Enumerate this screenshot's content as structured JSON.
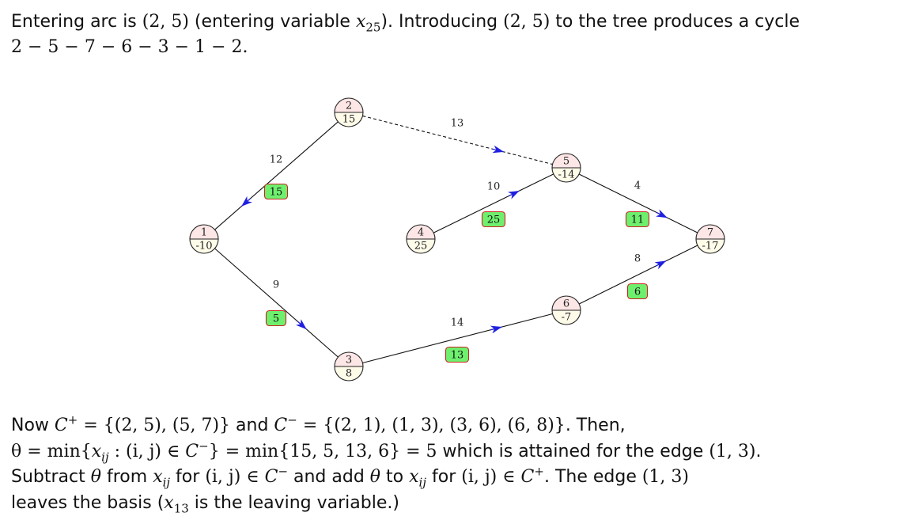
{
  "header": {
    "line1_a": "Entering arc is ",
    "line1_arc": "(2, 5)",
    "line1_b": " (entering variable ",
    "line1_var": "x",
    "line1_var_sub": "25",
    "line1_c": "). Introducing ",
    "line1_arc2": "(2, 5)",
    "line1_d": " to the tree produces a cycle",
    "line2": "2 − 5 − 7 − 6 − 3 − 1 − 2."
  },
  "diagram": {
    "nodes": [
      {
        "id": "1",
        "supply": "-10"
      },
      {
        "id": "2",
        "supply": "15"
      },
      {
        "id": "3",
        "supply": "8"
      },
      {
        "id": "4",
        "supply": "25"
      },
      {
        "id": "5",
        "supply": "-14"
      },
      {
        "id": "6",
        "supply": "-7"
      },
      {
        "id": "7",
        "supply": "-17"
      }
    ],
    "edges": [
      {
        "from": "2",
        "to": "1",
        "cost": "12",
        "flow": "15",
        "dashed": false
      },
      {
        "from": "2",
        "to": "5",
        "cost": "13",
        "flow": "",
        "dashed": true
      },
      {
        "from": "1",
        "to": "3",
        "cost": "9",
        "flow": "5",
        "dashed": false
      },
      {
        "from": "4",
        "to": "5",
        "cost": "10",
        "flow": "25",
        "dashed": false
      },
      {
        "from": "5",
        "to": "7",
        "cost": "4",
        "flow": "11",
        "dashed": false
      },
      {
        "from": "3",
        "to": "6",
        "cost": "14",
        "flow": "13",
        "dashed": false
      },
      {
        "from": "6",
        "to": "7",
        "cost": "8",
        "flow": "6",
        "dashed": false
      }
    ],
    "colors": {
      "arrow": "#1f1fe0",
      "flow_fill": "#6ef06e",
      "flow_border": "#cc2222",
      "node_top": "#fde6e6",
      "node_bottom": "#fffbe9"
    }
  },
  "footer": {
    "p1_a": "Now ",
    "p1_cplus": "C",
    "p1_cplus_sup": "+",
    "p1_b": " = {(2, 5), (5, 7)}",
    "p1_c": " and ",
    "p1_cminus": "C",
    "p1_cminus_sup": "−",
    "p1_d": " = {(2, 1), (1, 3), (3, 6), (6, 8)}",
    "p1_e": ". Then,",
    "p2_a": "θ = min{",
    "p2_x": "x",
    "p2_x_sub": "ij",
    "p2_b": " : (i, j) ∈ ",
    "p2_c": "C",
    "p2_c_sup": "−",
    "p2_d": "} = min{15, 5, 13, 6} = 5",
    "p2_e": " which is attained for the edge ",
    "p2_f": "(1, 3)",
    "p2_g": ".",
    "p3_a": "Subtract ",
    "p3_theta": "θ",
    "p3_b": " from ",
    "p3_x": "x",
    "p3_x_sub": "ij",
    "p3_c": " for ",
    "p3_ij": "(i, j) ∈ ",
    "p3_cm": "C",
    "p3_cm_sup": "−",
    "p3_d": " and add ",
    "p3_theta2": "θ",
    "p3_e": " to ",
    "p3_x2": "x",
    "p3_x2_sub": "ij",
    "p3_f": " for ",
    "p3_ij2": "(i, j) ∈ ",
    "p3_cp": "C",
    "p3_cp_sup": "+",
    "p3_g": ". The edge ",
    "p3_edge": "(1, 3)",
    "p4_a": "leaves the basis (",
    "p4_x": "x",
    "p4_x_sub": "13",
    "p4_b": " is the leaving variable.)"
  }
}
